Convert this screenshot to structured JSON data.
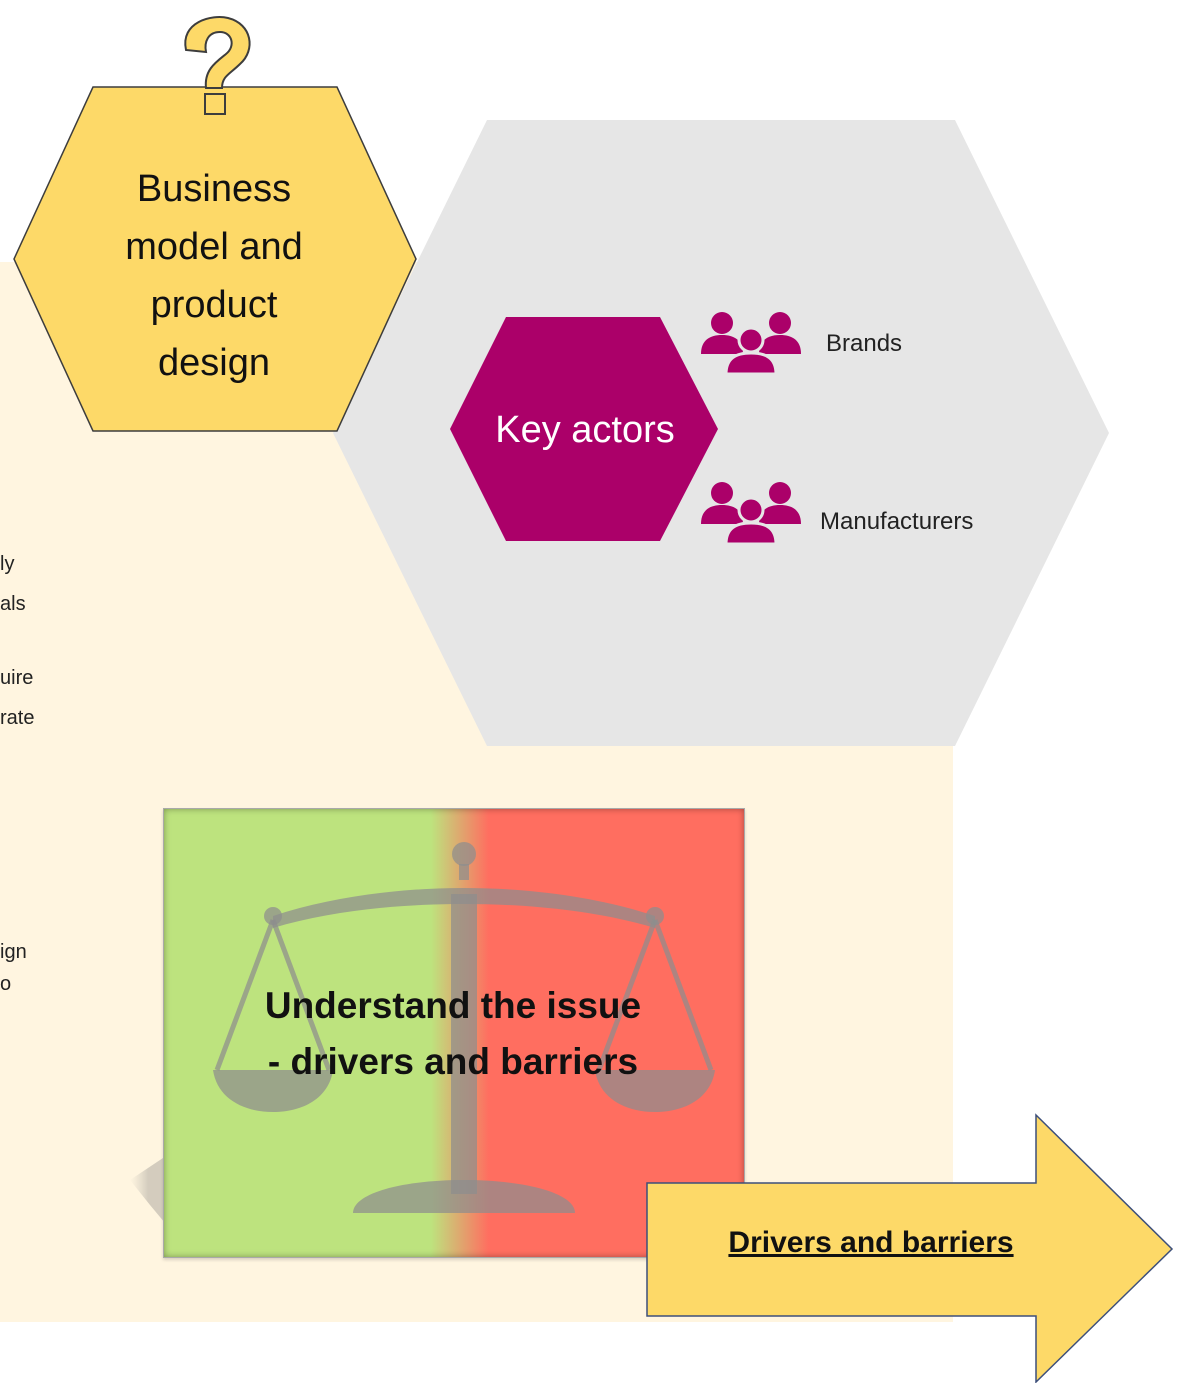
{
  "business_model": {
    "title_line1": "Business",
    "title_line2": "model and",
    "title_line3": "product",
    "title_line4": "design",
    "icon": "question-mark-icon",
    "color": "#fdd968"
  },
  "key_actors": {
    "label": "Key actors",
    "color": "#ab0069",
    "actors": [
      {
        "label": "Brands",
        "icon": "group-people-icon"
      },
      {
        "label": "Manufacturers",
        "icon": "group-people-icon"
      }
    ]
  },
  "partial_text": {
    "frag1": "ly",
    "frag2": "als",
    "frag3": "uire",
    "frag4": "rate",
    "frag5": "ign",
    "frag6": "o"
  },
  "issue_card": {
    "title_line1": "Understand the issue",
    "title_line2": "- drivers and barriers",
    "icon": "balance-scale-icon",
    "left_color": "#bde37e",
    "right_color": "#ff6e60"
  },
  "arrow": {
    "label": "Drivers and barriers",
    "icon": "right-arrow-icon",
    "color": "#fdd968"
  }
}
